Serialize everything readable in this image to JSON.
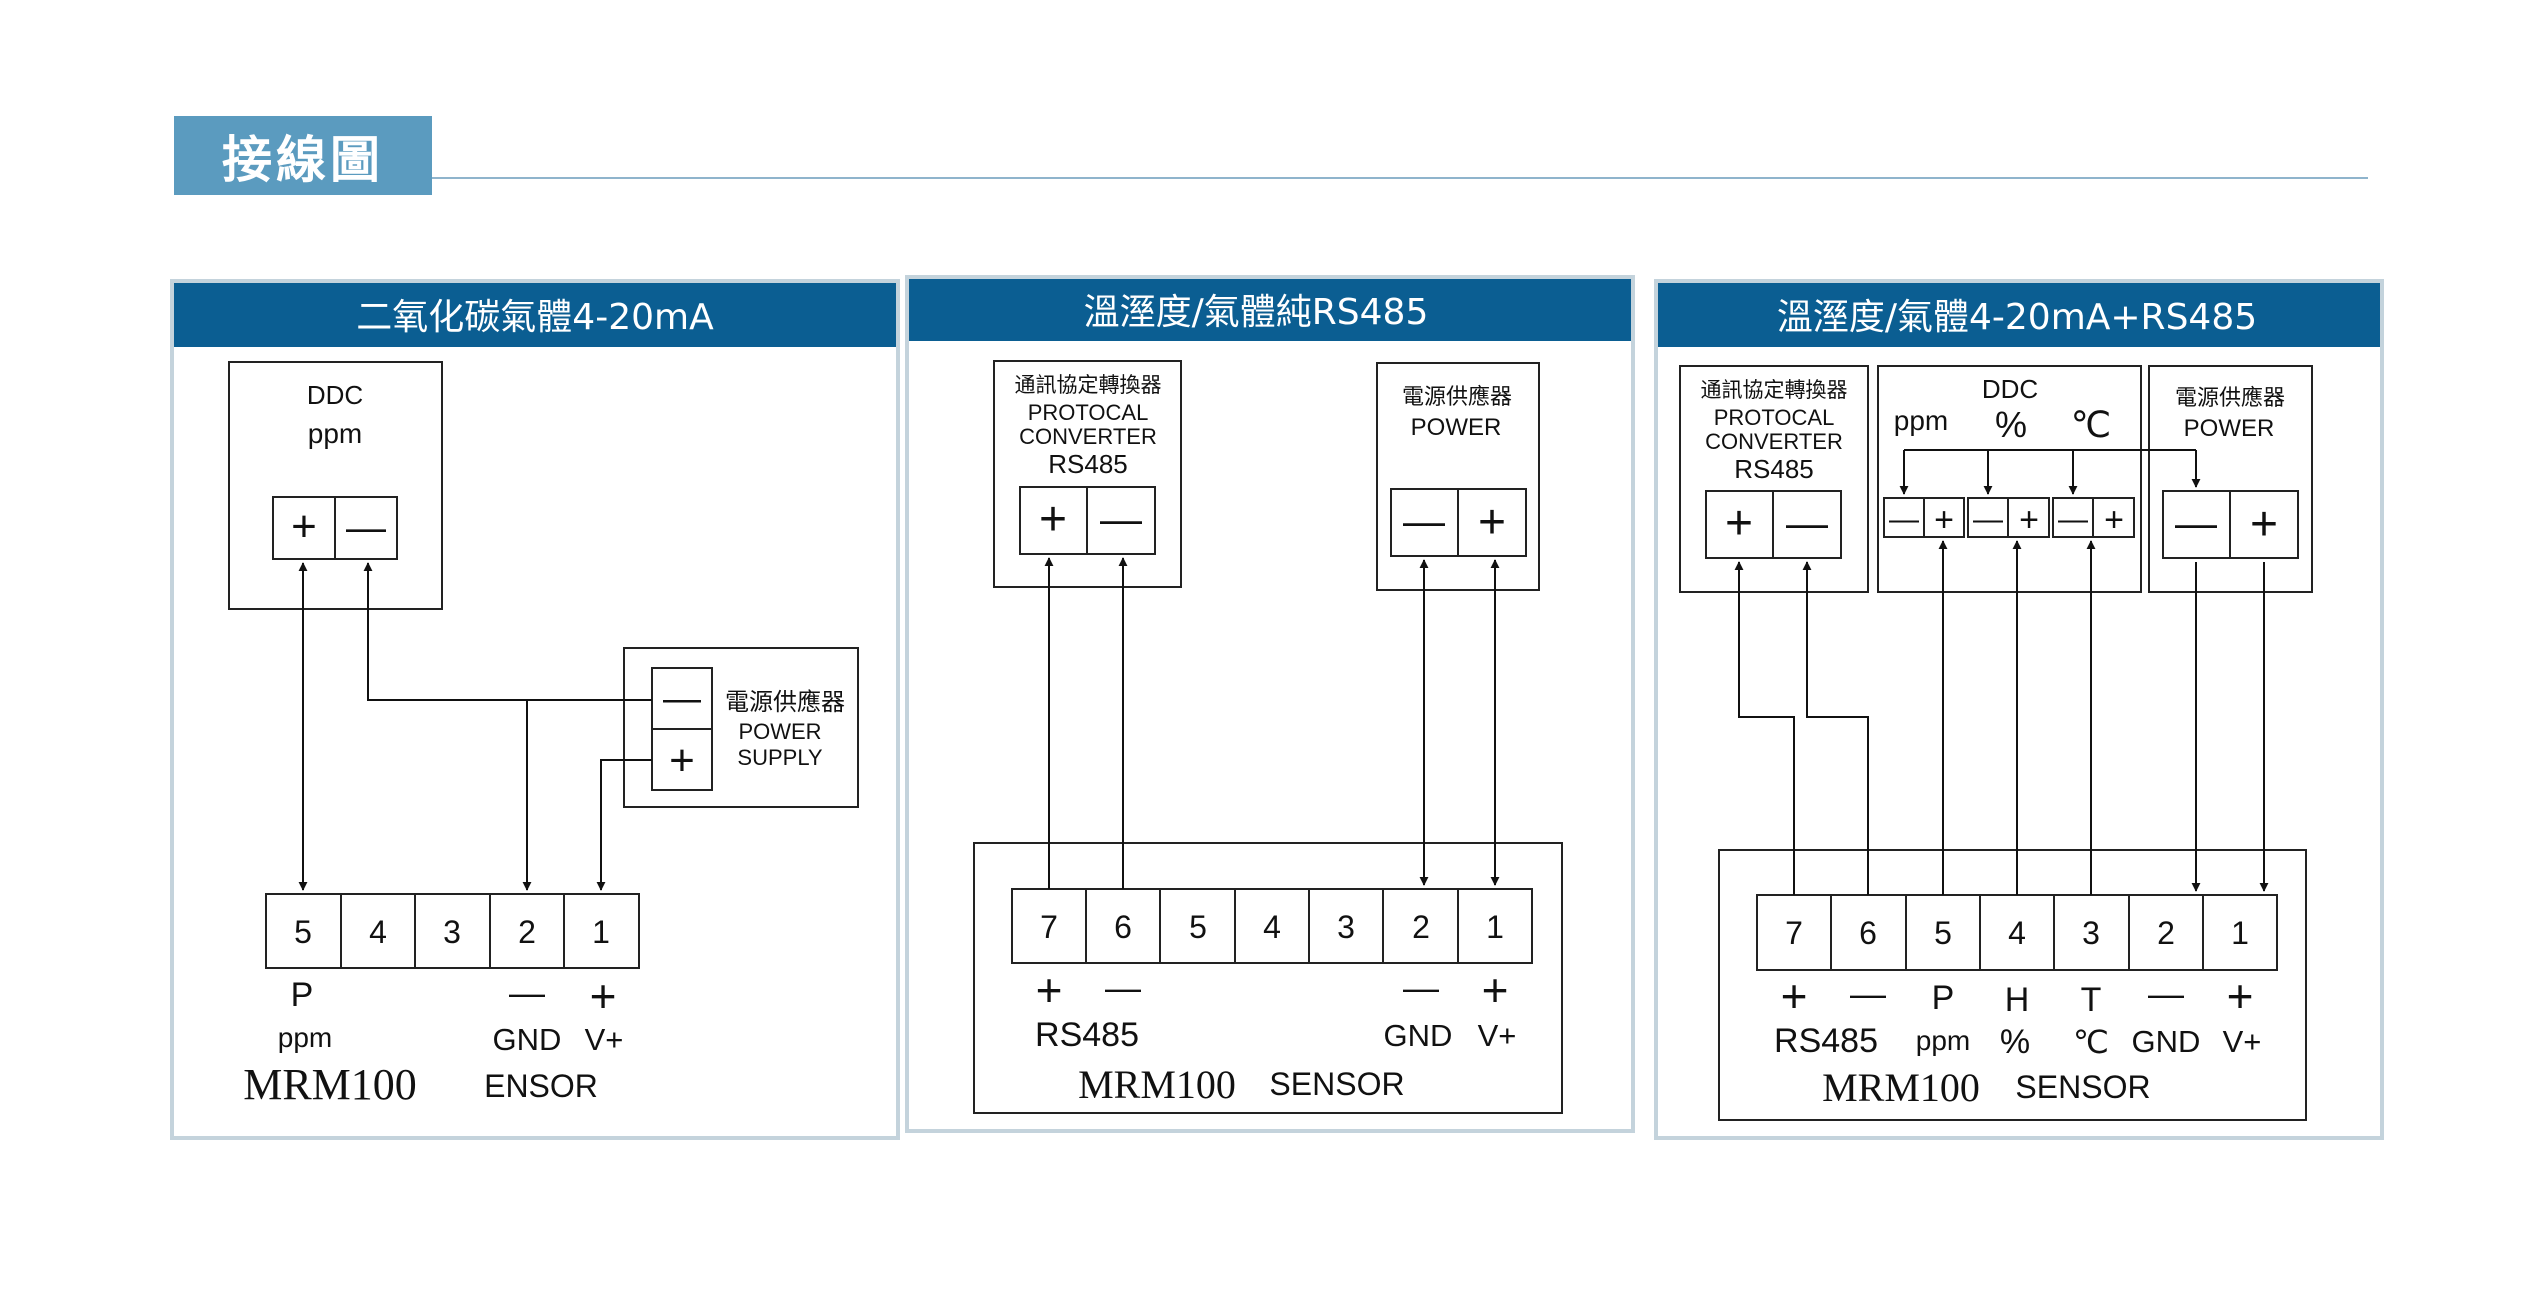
{
  "page_title": "接線圖",
  "colors": {
    "header_bg": "#0b5e92",
    "title_tab": "#5b9bbf",
    "panel_border": "#c4d3dc",
    "rule": "#8fb4cc"
  },
  "panel1": {
    "header": "二氧化碳氣體4-20mA",
    "ddc_label": "DDC",
    "ddc_unit": "ppm",
    "ddc_plus": "+",
    "ddc_minus": "—",
    "power_cn": "電源供應器",
    "power_en1": "POWER",
    "power_en2": "SUPPLY",
    "power_minus": "—",
    "power_plus": "+",
    "terminals": [
      "5",
      "4",
      "3",
      "2",
      "1"
    ],
    "label_p": "P",
    "label_ppm": "ppm",
    "label_gnd_sign": "—",
    "label_gnd": "GND",
    "label_vplus_sign": "+",
    "label_vplus": "V+",
    "model": "MRM100",
    "sensor": "ENSOR"
  },
  "panel2": {
    "header": "溫溼度/氣體純RS485",
    "conv_cn": "通訊協定轉換器",
    "conv_en1": "PROTOCAL",
    "conv_en2": "CONVERTER",
    "conv_en3": "RS485",
    "conv_plus": "+",
    "conv_minus": "—",
    "power_cn": "電源供應器",
    "power_en": "POWER",
    "power_minus": "—",
    "power_plus": "+",
    "terminals": [
      "7",
      "6",
      "5",
      "4",
      "3",
      "2",
      "1"
    ],
    "sign_plus": "+",
    "sign_minus": "—",
    "label_rs485": "RS485",
    "gnd_sign": "—",
    "vplus_sign": "+",
    "label_gnd": "GND",
    "label_vplus": "V+",
    "model": "MRM100",
    "sensor": "SENSOR"
  },
  "panel3": {
    "header": "溫溼度/氣體4-20mA+RS485",
    "conv_cn": "通訊協定轉換器",
    "conv_en1": "PROTOCAL",
    "conv_en2": "CONVERTER",
    "conv_en3": "RS485",
    "conv_plus": "+",
    "conv_minus": "—",
    "ddc_label": "DDC",
    "ddc_ppm": "ppm",
    "ddc_pct": "%",
    "ddc_degc": "℃",
    "ddc_pair_minus": "—",
    "ddc_pair_plus": "+",
    "power_cn": "電源供應器",
    "power_en": "POWER",
    "power_minus": "—",
    "power_plus": "+",
    "terminals": [
      "7",
      "6",
      "5",
      "4",
      "3",
      "2",
      "1"
    ],
    "sign_plus": "+",
    "sign_minus": "—",
    "label_p": "P",
    "label_h": "H",
    "label_t": "T",
    "gnd_sign": "—",
    "vplus_sign": "+",
    "label_rs485": "RS485",
    "label_ppm": "ppm",
    "label_pct": "%",
    "label_degc": "℃",
    "label_gnd": "GND",
    "label_vplus": "V+",
    "model": "MRM100",
    "sensor": "SENSOR"
  }
}
